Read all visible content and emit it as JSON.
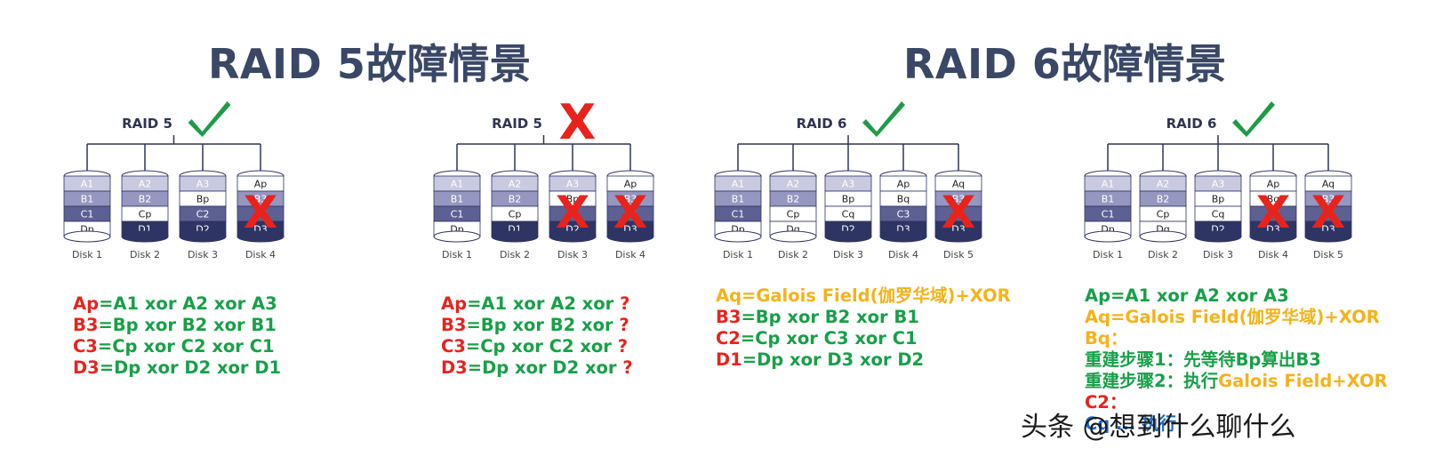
{
  "titles": [
    "RAID 5故障情景",
    "RAID 6故障情景"
  ],
  "watermark": "头条 @想到什么聊什么",
  "colors": {
    "check": "#1f9b47",
    "cross": "#e8231c",
    "line": "#2e3553"
  },
  "panels": [
    {
      "raid_label": "RAID 5",
      "status": "check",
      "disks": [
        {
          "label": "Disk 1",
          "blocks": [
            "A1",
            "B1",
            "C1",
            "Dp"
          ],
          "failed": false
        },
        {
          "label": "Disk 2",
          "blocks": [
            "A2",
            "B2",
            "Cp",
            "D1"
          ],
          "failed": false
        },
        {
          "label": "Disk 3",
          "blocks": [
            "A3",
            "Bp",
            "C2",
            "D2"
          ],
          "failed": false
        },
        {
          "label": "Disk 4",
          "blocks": [
            "Ap",
            "B3",
            "C3",
            "D3"
          ],
          "failed": true
        }
      ],
      "equations": [
        [
          {
            "t": "Ap",
            "c": "red"
          },
          {
            "t": "=A1 xor A2 xor A3",
            "c": "green"
          }
        ],
        [
          {
            "t": "B3",
            "c": "red"
          },
          {
            "t": "=Bp xor B2 xor B1",
            "c": "green"
          }
        ],
        [
          {
            "t": "C3",
            "c": "red"
          },
          {
            "t": "=Cp xor C2 xor C1",
            "c": "green"
          }
        ],
        [
          {
            "t": "D3",
            "c": "red"
          },
          {
            "t": "=Dp xor D2 xor D1",
            "c": "green"
          }
        ]
      ]
    },
    {
      "raid_label": "RAID 5",
      "status": "cross",
      "disks": [
        {
          "label": "Disk 1",
          "blocks": [
            "A1",
            "B1",
            "C1",
            "Dp"
          ],
          "failed": false
        },
        {
          "label": "Disk 2",
          "blocks": [
            "A2",
            "B2",
            "Cp",
            "D1"
          ],
          "failed": false
        },
        {
          "label": "Disk 3",
          "blocks": [
            "A3",
            "Bp",
            "C2",
            "D2"
          ],
          "failed": true
        },
        {
          "label": "Disk 4",
          "blocks": [
            "Ap",
            "B3",
            "C3",
            "D3"
          ],
          "failed": true
        }
      ],
      "equations": [
        [
          {
            "t": "Ap",
            "c": "red"
          },
          {
            "t": "=A1 xor A2 xor ",
            "c": "green"
          },
          {
            "t": "?",
            "c": "red"
          }
        ],
        [
          {
            "t": "B3",
            "c": "red"
          },
          {
            "t": "=Bp xor B2 xor ",
            "c": "green"
          },
          {
            "t": "?",
            "c": "red"
          }
        ],
        [
          {
            "t": "C3",
            "c": "red"
          },
          {
            "t": "=Cp xor C2 xor ",
            "c": "green"
          },
          {
            "t": "?",
            "c": "red"
          }
        ],
        [
          {
            "t": "D3",
            "c": "red"
          },
          {
            "t": "=Dp xor D2 xor ",
            "c": "green"
          },
          {
            "t": "?",
            "c": "red"
          }
        ]
      ]
    },
    {
      "raid_label": "RAID 6",
      "status": "check",
      "disks": [
        {
          "label": "Disk 1",
          "blocks": [
            "A1",
            "B1",
            "C1",
            "Dp"
          ],
          "failed": false
        },
        {
          "label": "Disk 2",
          "blocks": [
            "A2",
            "B2",
            "Cp",
            "Dq"
          ],
          "failed": false
        },
        {
          "label": "Disk 3",
          "blocks": [
            "A3",
            "Bp",
            "Cq",
            "D2"
          ],
          "failed": false
        },
        {
          "label": "Disk 4",
          "blocks": [
            "Ap",
            "Bq",
            "C3",
            "D3"
          ],
          "failed": false
        },
        {
          "label": "Disk 5",
          "blocks": [
            "Aq",
            "B3",
            "C2",
            "D3"
          ],
          "failed": true
        }
      ],
      "equations": [
        [
          {
            "t": "Aq=Galois Field(伽罗华域)+XOR",
            "c": "orange"
          }
        ],
        [
          {
            "t": "B3",
            "c": "red"
          },
          {
            "t": "=Bp xor B2 xor B1",
            "c": "green"
          }
        ],
        [
          {
            "t": "C2",
            "c": "red"
          },
          {
            "t": "=Cp xor C3 xor C1",
            "c": "green"
          }
        ],
        [
          {
            "t": "D1",
            "c": "red"
          },
          {
            "t": "=Dp xor D3 xor D2",
            "c": "green"
          }
        ]
      ]
    },
    {
      "raid_label": "RAID 6",
      "status": "check",
      "disks": [
        {
          "label": "Disk 1",
          "blocks": [
            "A1",
            "B1",
            "C1",
            "Dp"
          ],
          "failed": false
        },
        {
          "label": "Disk 2",
          "blocks": [
            "A2",
            "B2",
            "Cp",
            "Dq"
          ],
          "failed": false
        },
        {
          "label": "Disk 3",
          "blocks": [
            "A3",
            "Bp",
            "Cq",
            "D2"
          ],
          "failed": false
        },
        {
          "label": "Disk 4",
          "blocks": [
            "Ap",
            "Bq",
            "C3",
            "D3"
          ],
          "failed": true
        },
        {
          "label": "Disk 5",
          "blocks": [
            "Aq",
            "B3",
            "C2",
            "D3"
          ],
          "failed": true
        }
      ],
      "equations": [
        [
          {
            "t": "Ap=A1 xor A2 xor A3",
            "c": "green"
          }
        ],
        [
          {
            "t": "Aq=Galois Field(伽罗华域)+XOR",
            "c": "orange"
          }
        ],
        [
          {
            "t": "Bq：",
            "c": "orange"
          }
        ],
        [
          {
            "t": "重建步骤1：先等待Bp算出B3",
            "c": "green"
          }
        ],
        [
          {
            "t": "重建步骤2：执行",
            "c": "green"
          },
          {
            "t": "Galois Field+XOR",
            "c": "orange"
          }
        ],
        [
          {
            "t": "C2：",
            "c": "red"
          }
        ],
        [
          {
            "t": "Cq ... 执行",
            "c": "blue"
          }
        ]
      ]
    }
  ]
}
